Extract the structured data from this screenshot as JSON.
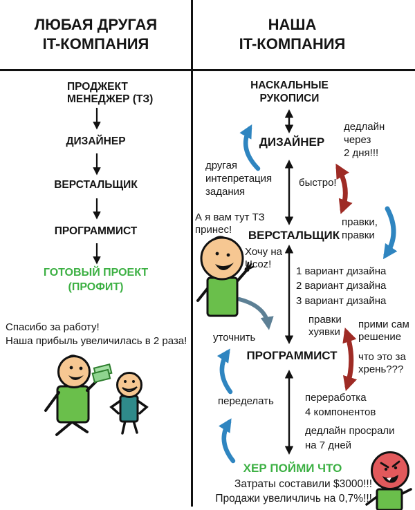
{
  "left_panel": {
    "title": "ЛЮБАЯ ДРУГАЯ\nIT-КОМПАНИЯ",
    "steps": [
      "ПРОДЖЕКТ\nМЕНЕДЖЕР (ТЗ)",
      "ДИЗАЙНЕР",
      "ВЕРСТАЛЬЩИК",
      "ПРОГРАММИСТ"
    ],
    "result": "ГОТОВЫЙ ПРОЕКТ\n(ПРОФИТ)",
    "thanks": "Спасибо за работу!\nНаша прибыль увеличилась в 2 раза!"
  },
  "right_panel": {
    "title": "НАША\nIT-КОМПАНИЯ",
    "nodes": {
      "rock": "НАСКАЛЬНЫЕ\nРУКОПИСИ",
      "designer": "ДИЗАЙНЕР",
      "markup_dev": "ВЕРСТАЛЬЩИК",
      "programmer": "ПРОГРАММИСТ",
      "result": "ХЕР ПОЙМИ ЧТО"
    },
    "labels": {
      "deadline_2days": "дедлайн\nчерез\n2 дня!!!",
      "other_interpretation": "другая\nинтепретация\nзадания",
      "fast": "быстро!",
      "edits_edits": "правки,\nправки",
      "tz_speech": "А я вам тут ТЗ\nпринес!",
      "ucoz": "Хочу на\nUcoz!",
      "design_variants": "1 вариант дизайна\n2 вариант дизайна\n3 вариант дизайна",
      "clarify": "уточнить",
      "edits_rude": "правки\nхуявки",
      "decide_yourself": "прими сам\nрешение",
      "what_is_this": "что это за\nхрень???",
      "redo": "переделать",
      "rework": "переработка\n4 компонентов",
      "deadline_missed": "дедлайн просрали\nна 7 дней",
      "costs": "Затраты составили $3000!!!\nПродажи увеличличь на 0,7%!!!"
    }
  },
  "icons": {
    "down_arrow": "single-headed black arrow",
    "double_arrow": "double-headed black arrow",
    "curved_blue_arrow": "curved blue arrow",
    "curved_red_arrow": "curved red double arrow",
    "money": "green banknotes"
  },
  "colors": {
    "accent_green_text": "#3cb043",
    "arrow_blue": "#2f85c0",
    "arrow_red": "#9e2b25",
    "arrow_steel": "#5d8095",
    "shirt_green": "#6abf4b",
    "shirt_teal": "#2f8a8a",
    "skin": "#f6c792",
    "angry_face": "#e2595c",
    "line_black": "#111111"
  }
}
